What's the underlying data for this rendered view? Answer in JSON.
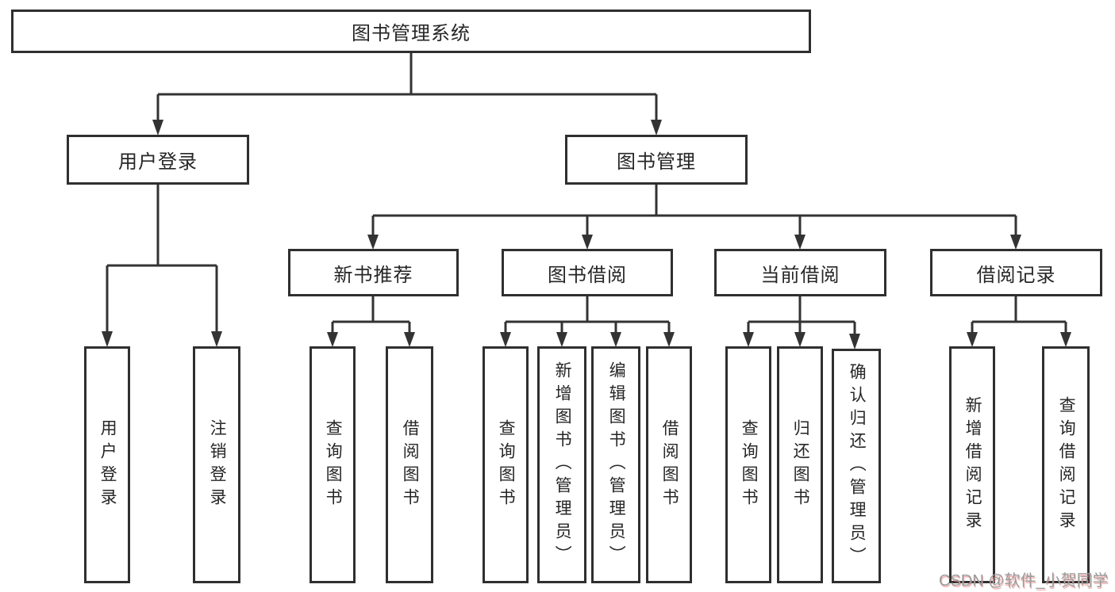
{
  "tree": {
    "root": {
      "label": "图书管理系统"
    },
    "branches": [
      {
        "label": "用户登录",
        "children": [
          {
            "label": "用户登录"
          },
          {
            "label": "注销登录"
          }
        ]
      },
      {
        "label": "图书管理",
        "groups": [
          {
            "label": "新书推荐",
            "children": [
              {
                "label": "查询图书"
              },
              {
                "label": "借阅图书"
              }
            ]
          },
          {
            "label": "图书借阅",
            "children": [
              {
                "label": "查询图书"
              },
              {
                "label": "新增图书（管理员）"
              },
              {
                "label": "编辑图书（管理员）"
              },
              {
                "label": "借阅图书"
              }
            ]
          },
          {
            "label": "当前借阅",
            "children": [
              {
                "label": "查询图书"
              },
              {
                "label": "归还图书"
              },
              {
                "label": "确认归还（管理员）"
              }
            ]
          },
          {
            "label": "借阅记录",
            "children": [
              {
                "label": "新增借阅记录"
              },
              {
                "label": "查询借阅记录"
              }
            ]
          }
        ]
      }
    ]
  },
  "watermark": {
    "text": "CSDN @软件_小贺同学"
  },
  "colors": {
    "line": "#333333",
    "border": "#2f2f2f",
    "text": "#262626",
    "background": "#ffffff",
    "watermark_gray": "#9c9c9c",
    "watermark_red": "#e57373"
  }
}
